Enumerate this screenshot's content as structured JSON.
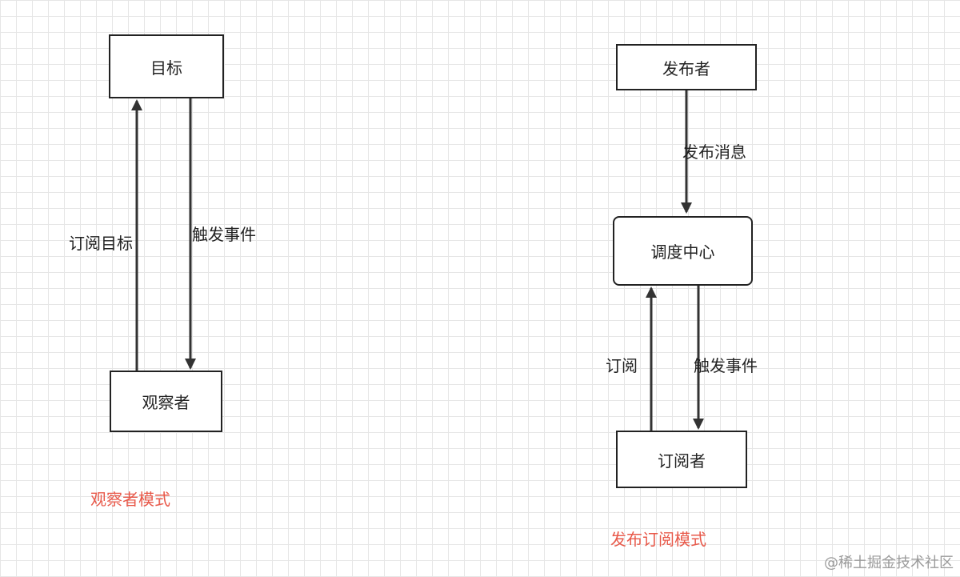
{
  "observer_pattern": {
    "target_label": "目标",
    "observer_label": "观察者",
    "subscribe_edge": "订阅目标",
    "trigger_edge": "触发事件",
    "caption": "观察者模式",
    "caption_color": "#e8594a"
  },
  "pubsub_pattern": {
    "publisher_label": "发布者",
    "dispatcher_label": "调度中心",
    "subscriber_label": "订阅者",
    "publish_edge": "发布消息",
    "subscribe_edge": "订阅",
    "trigger_edge": "触发事件",
    "caption": "发布订阅模式",
    "caption_color": "#e8594a"
  },
  "watermark": "@稀土掘金技术社区"
}
